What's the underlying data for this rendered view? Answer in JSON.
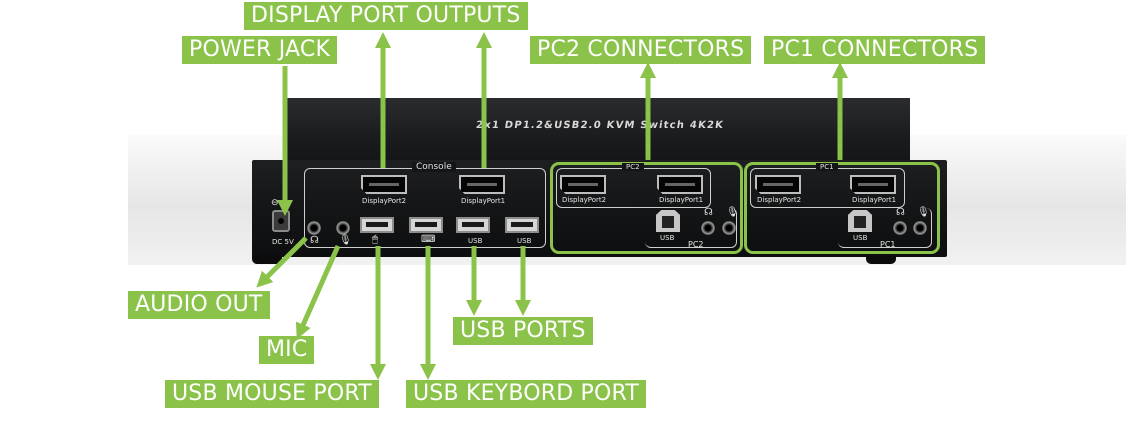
{
  "callouts": {
    "display_port_outputs": "DISPLAY PORT OUTPUTS",
    "power_jack": "POWER JACK",
    "pc2_connectors": "PC2 CONNECTORS",
    "pc1_connectors": "PC1 CONNECTORS",
    "audio_out": "AUDIO OUT",
    "mic": "MIC",
    "usb_ports": "USB PORTS",
    "usb_mouse_port": "USB MOUSE PORT",
    "usb_keybord_port": "USB KEYBORD PORT"
  },
  "device": {
    "brand_text": "2x1 DP1.2&USB2.0 KVM Switch 4K2K",
    "console_label": "Console",
    "dc_label": "DC 5V",
    "console_dp2": "DisplayPort2",
    "console_dp1": "DisplayPort1",
    "usb_label_1": "USB",
    "usb_label_2": "USB",
    "pc2": {
      "top_label": "PC2",
      "bottom_label": "PC2",
      "dp2": "DisplayPort2",
      "dp1": "DisplayPort1",
      "usb_label": "USB"
    },
    "pc1": {
      "top_label": "PC1",
      "bottom_label": "PC1",
      "dp2": "DisplayPort2",
      "dp1": "DisplayPort1",
      "usb_label": "USB"
    }
  },
  "colors": {
    "callout_green": "#8bc34a",
    "device_black": "#141516"
  },
  "icons": {
    "power": "power-polarity-icon",
    "headphones": "headphones-icon",
    "microphone": "microphone-icon",
    "mouse": "mouse-icon",
    "keyboard": "keyboard-icon"
  }
}
